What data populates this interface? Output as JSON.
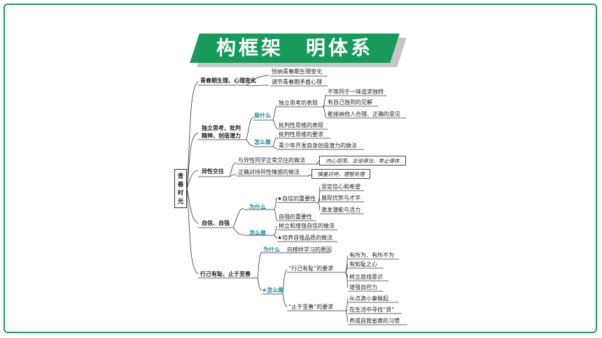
{
  "banner": {
    "title": "构框架　明体系"
  },
  "root": {
    "label": "青春时光"
  },
  "b1": {
    "label": "青春期生理、心理变化",
    "items": [
      "悦纳青春期生理变化",
      "调节青春期矛盾心理"
    ]
  },
  "b2": {
    "label_line1": "独立思考、批判",
    "label_line2": "精神、创造潜力",
    "why_label": "是什么",
    "how_label": "怎么做",
    "duli": "独立思考的表现",
    "duli_items": [
      "不等同于一味追求独特",
      "有自己独到的见解",
      "能接纳他人合理、正确的意见"
    ],
    "pipan": "批判性思维的表现",
    "how_items": [
      "批判性思维的要求",
      "青少年开发自身创造潜力的做法"
    ]
  },
  "b3": {
    "label": "异性交往",
    "item1": "与异性同学正常交往的做法",
    "note1": "内心坦荡、言谈得当、举止得体",
    "item2": "正确对待异性情感的做法",
    "note2": "慎重对待，理智处理"
  },
  "b4": {
    "label": "自信、自强",
    "why_label": "为什么",
    "how_label": "怎么做",
    "zixin": "★自信的重要性",
    "zixin_items": [
      "坚定信心和希望",
      "展现优势与才华",
      "激发潜能与活力"
    ],
    "ziqiang": "自强的重要性",
    "how_items": [
      "树立和增强自信的做法",
      "★培养自强品质的做法"
    ]
  },
  "b5": {
    "label": "行己有耻、止于至善",
    "why_label": "为什么",
    "why_item": "向榜样学习的原因",
    "how_label": "★怎么做",
    "req1": "“行己有耻”的要求",
    "req1_items": [
      "有所为、有所不为",
      "有知耻之心",
      "树立底线意识",
      "增强自控力"
    ],
    "req2": "“止于至善”的要求",
    "req2_items": [
      "从点滴小事做起",
      "在生活中寻找“贤”",
      "养成自我省察的习惯"
    ]
  }
}
